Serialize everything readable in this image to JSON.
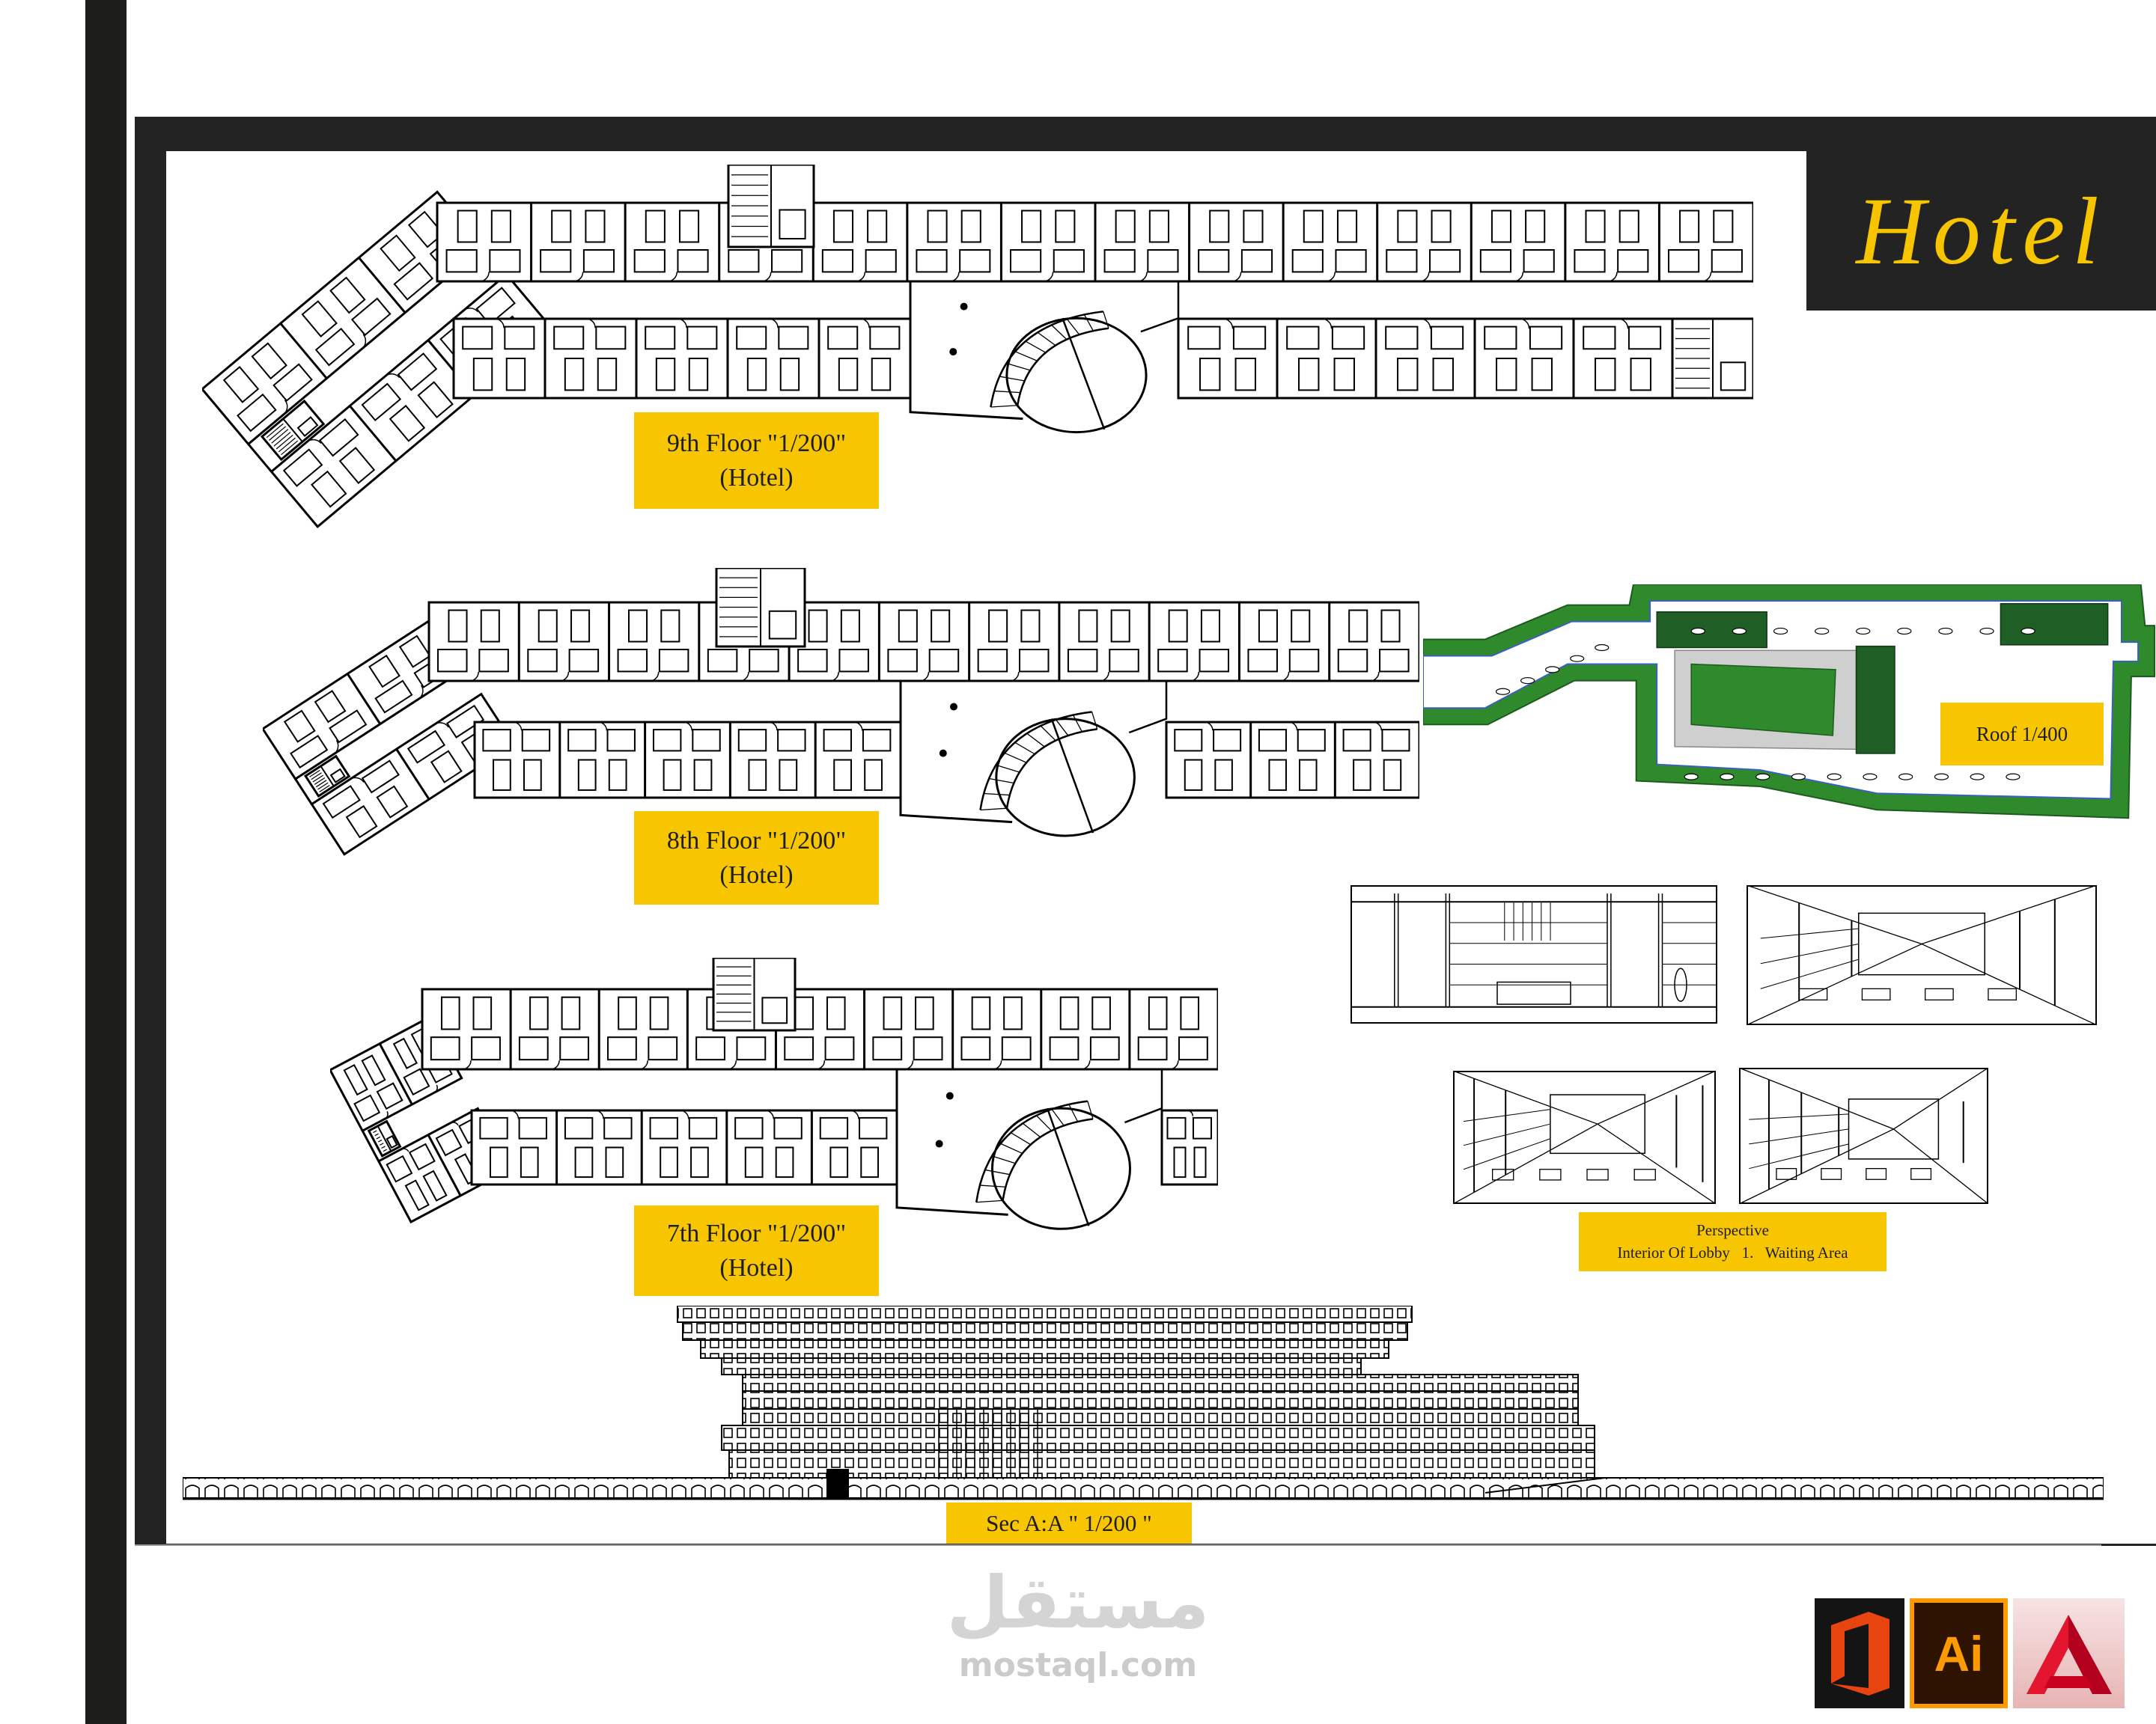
{
  "board": {
    "title": "Hotel"
  },
  "plans": {
    "floor9": {
      "line1": "9th Floor \"1/200\"",
      "line2": "(Hotel)"
    },
    "floor8": {
      "line1": "8th Floor \"1/200\"",
      "line2": "(Hotel)"
    },
    "floor7": {
      "line1": "7th Floor \"1/200\"",
      "line2": "(Hotel)"
    },
    "roof": {
      "label": "Roof 1/400"
    },
    "section": {
      "label": "Sec A:A \" 1/200 \""
    }
  },
  "perspective": {
    "line1": "Perspective",
    "line2": "Interior Of Lobby   1.   Waiting Area"
  },
  "watermark": {
    "arabic": "مستقل",
    "latin": "mostaql.com"
  },
  "software_logos": [
    {
      "icon": "office-icon"
    },
    {
      "icon": "illustrator-icon",
      "text": "Ai"
    },
    {
      "icon": "autocad-icon"
    }
  ],
  "colors": {
    "frame": "#232323",
    "label_yellow": "#f7c600",
    "title_yellow": "#f7c500",
    "roof_green": "#2f8a2c",
    "roof_dark_green": "#1f5e24",
    "line": "#000000"
  }
}
